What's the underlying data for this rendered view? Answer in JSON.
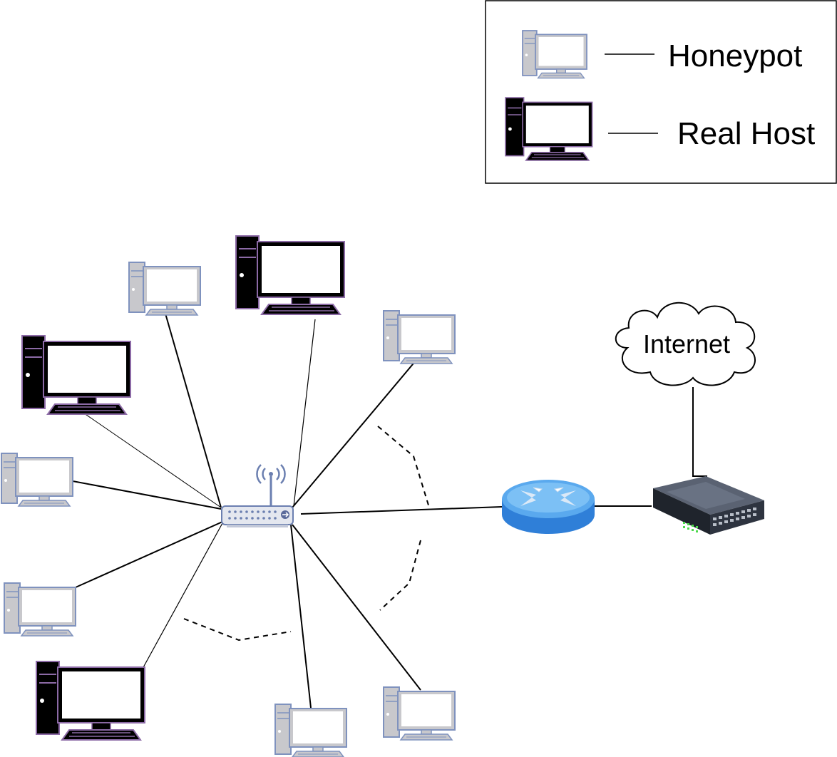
{
  "legend": {
    "items": [
      {
        "label": "Honeypot",
        "icon": "honeypot-computer-icon"
      },
      {
        "label": "Real Host",
        "icon": "real-host-computer-icon"
      }
    ]
  },
  "cloud": {
    "label": "Internet",
    "icon": "cloud-icon"
  },
  "nodes": {
    "hub": "wireless-access-point-icon",
    "router": "router-icon",
    "switch": "network-switch-icon"
  },
  "hosts": [
    {
      "type": "honeypot"
    },
    {
      "type": "real"
    },
    {
      "type": "honeypot"
    },
    {
      "type": "real"
    },
    {
      "type": "honeypot"
    },
    {
      "type": "honeypot"
    },
    {
      "type": "real"
    },
    {
      "type": "honeypot"
    },
    {
      "type": "honeypot"
    }
  ],
  "colors": {
    "honeypot_fill": "#c8c8cc",
    "honeypot_outline": "#7f92be",
    "real_fill": "#000000",
    "real_outline": "#8c6aa6",
    "router_blue": "#3d8fe0",
    "switch_dark": "#2e3440",
    "port_green": "#4cd94c"
  }
}
